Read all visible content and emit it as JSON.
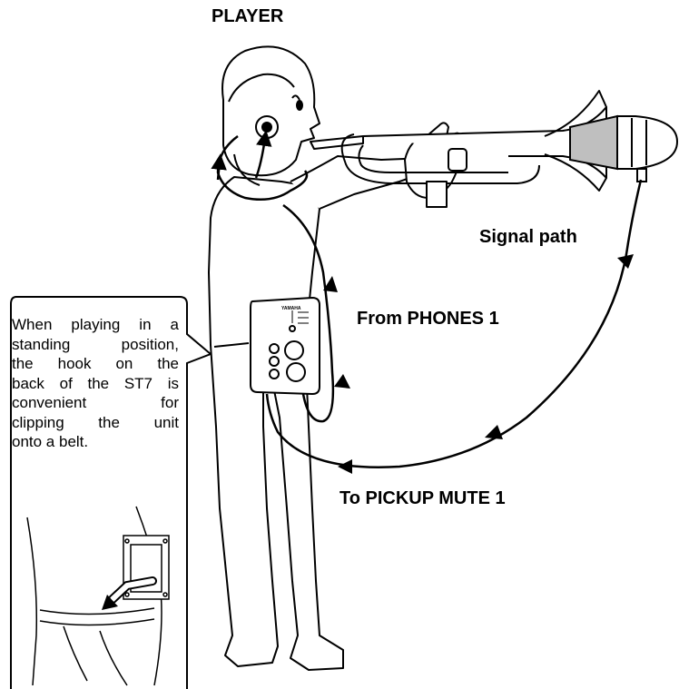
{
  "labels": {
    "player": "PLAYER",
    "signal_path": "Signal path",
    "from_phones": "From PHONES 1",
    "to_pickup": "To PICKUP MUTE 1"
  },
  "callout": {
    "lines": [
      "When playing in a",
      "standing position,",
      "the hook on the",
      "back of the ST7 is",
      "convenient for",
      "clipping the unit",
      "onto a belt."
    ]
  },
  "device": {
    "brand": "YAMAHA"
  },
  "colors": {
    "line": "#000000",
    "background": "#ffffff",
    "mute_accent": "#bfbfbf"
  }
}
